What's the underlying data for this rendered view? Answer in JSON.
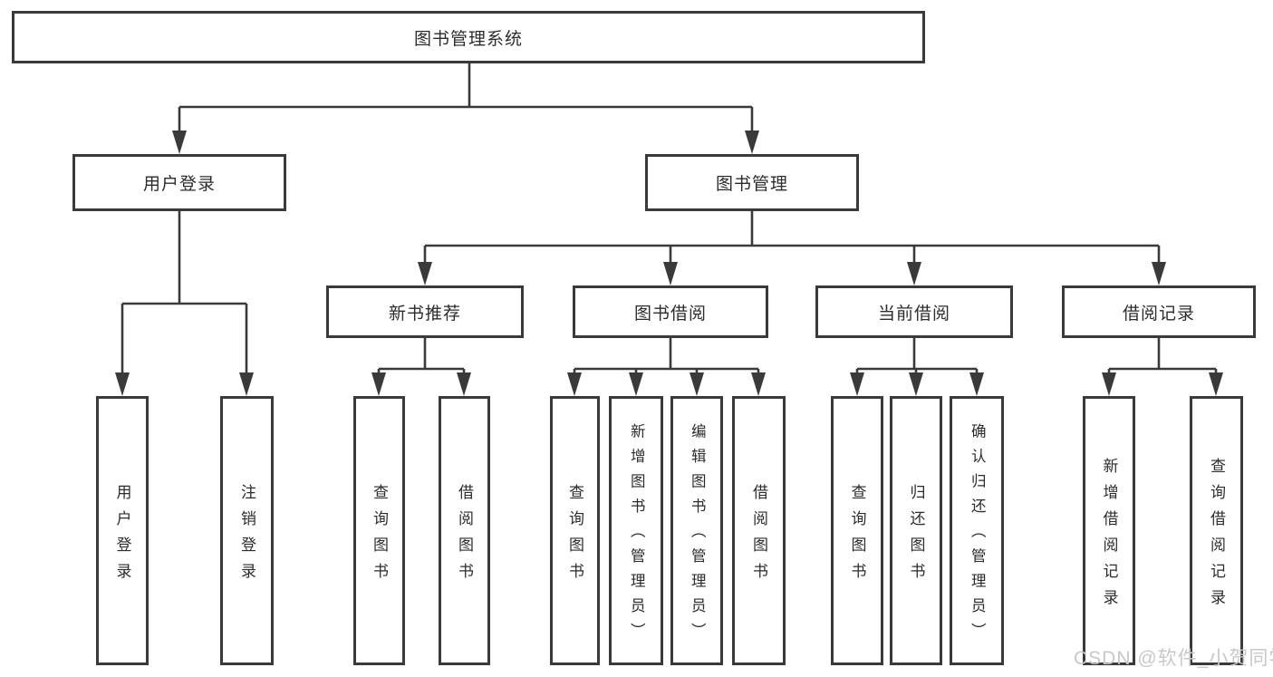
{
  "diagram": {
    "root": {
      "label": "图书管理系统"
    },
    "branches": [
      {
        "label": "用户登录",
        "children": [
          {
            "label": "用户登录"
          },
          {
            "label": "注销登录"
          }
        ]
      },
      {
        "label": "图书管理",
        "children": [
          {
            "label": "新书推荐",
            "children": [
              {
                "label": "查询图书"
              },
              {
                "label": "借阅图书"
              }
            ]
          },
          {
            "label": "图书借阅",
            "children": [
              {
                "label": "查询图书"
              },
              {
                "label": "新增图书（管理员）"
              },
              {
                "label": "编辑图书（管理员）"
              },
              {
                "label": "借阅图书"
              }
            ]
          },
          {
            "label": "当前借阅",
            "children": [
              {
                "label": "查询图书"
              },
              {
                "label": "归还图书"
              },
              {
                "label": "确认归还（管理员）"
              }
            ]
          },
          {
            "label": "借阅记录",
            "children": [
              {
                "label": "新增借阅记录"
              },
              {
                "label": "查询借阅记录"
              }
            ]
          }
        ]
      }
    ],
    "watermark": "CSDN @软件_小贺同学",
    "colors": {
      "line": "#3a3a3a",
      "text": "#2c2c2c",
      "watermark": "#c8c8c8",
      "background": "#ffffff"
    }
  }
}
